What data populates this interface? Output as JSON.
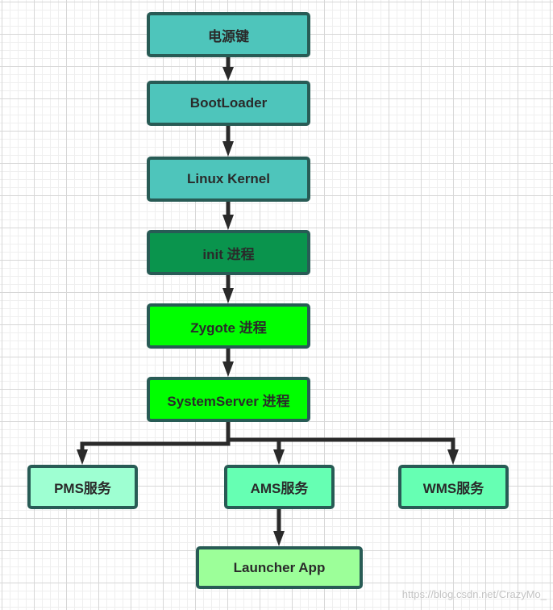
{
  "diagram": {
    "nodes": {
      "power": {
        "label": "电源键",
        "color": "#4ec5bb"
      },
      "boot": {
        "label": "BootLoader",
        "color": "#4ec5bb"
      },
      "kernel": {
        "label": "Linux Kernel",
        "color": "#4ec5bb"
      },
      "init": {
        "label": "init 进程",
        "color": "#0a944d"
      },
      "zygote": {
        "label": "Zygote 进程",
        "color": "#00ff00"
      },
      "sys": {
        "label": "SystemServer 进程",
        "color": "#00ff00"
      },
      "pms": {
        "label": "PMS服务",
        "color": "#9effd2"
      },
      "ams": {
        "label": "AMS服务",
        "color": "#66ffb3"
      },
      "wms": {
        "label": "WMS服务",
        "color": "#66ffb3"
      },
      "launch": {
        "label": "Launcher App",
        "color": "#9cff99"
      }
    },
    "edges": [
      [
        "power",
        "boot"
      ],
      [
        "boot",
        "kernel"
      ],
      [
        "kernel",
        "init"
      ],
      [
        "init",
        "zygote"
      ],
      [
        "zygote",
        "sys"
      ],
      [
        "sys",
        "pms"
      ],
      [
        "sys",
        "ams"
      ],
      [
        "sys",
        "wms"
      ],
      [
        "ams",
        "launch"
      ]
    ],
    "border_color": "#285b55",
    "edge_color": "#2a2a2a"
  },
  "watermark": "https://blog.csdn.net/CrazyMo_"
}
